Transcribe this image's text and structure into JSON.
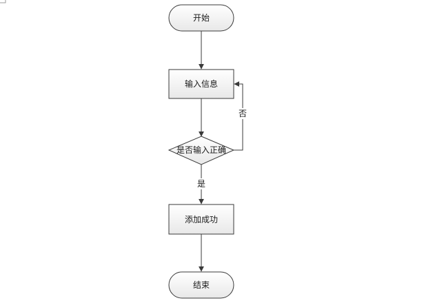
{
  "diagram": {
    "nodes": {
      "start": {
        "label": "开始",
        "shape": "terminal"
      },
      "input": {
        "label": "输入信息",
        "shape": "process"
      },
      "check": {
        "label": "是否输入正确",
        "shape": "decision"
      },
      "success": {
        "label": "添加成功",
        "shape": "process"
      },
      "end": {
        "label": "结束",
        "shape": "terminal"
      }
    },
    "edges": {
      "no": {
        "from": "check",
        "to": "input",
        "label": "否"
      },
      "yes": {
        "from": "check",
        "to": "success",
        "label": "是"
      }
    },
    "colors": {
      "stroke": "#3a3a3a",
      "fill_light": "#ffffff",
      "fill_dark": "#e8e8e8",
      "text": "#1a1a1a"
    }
  }
}
